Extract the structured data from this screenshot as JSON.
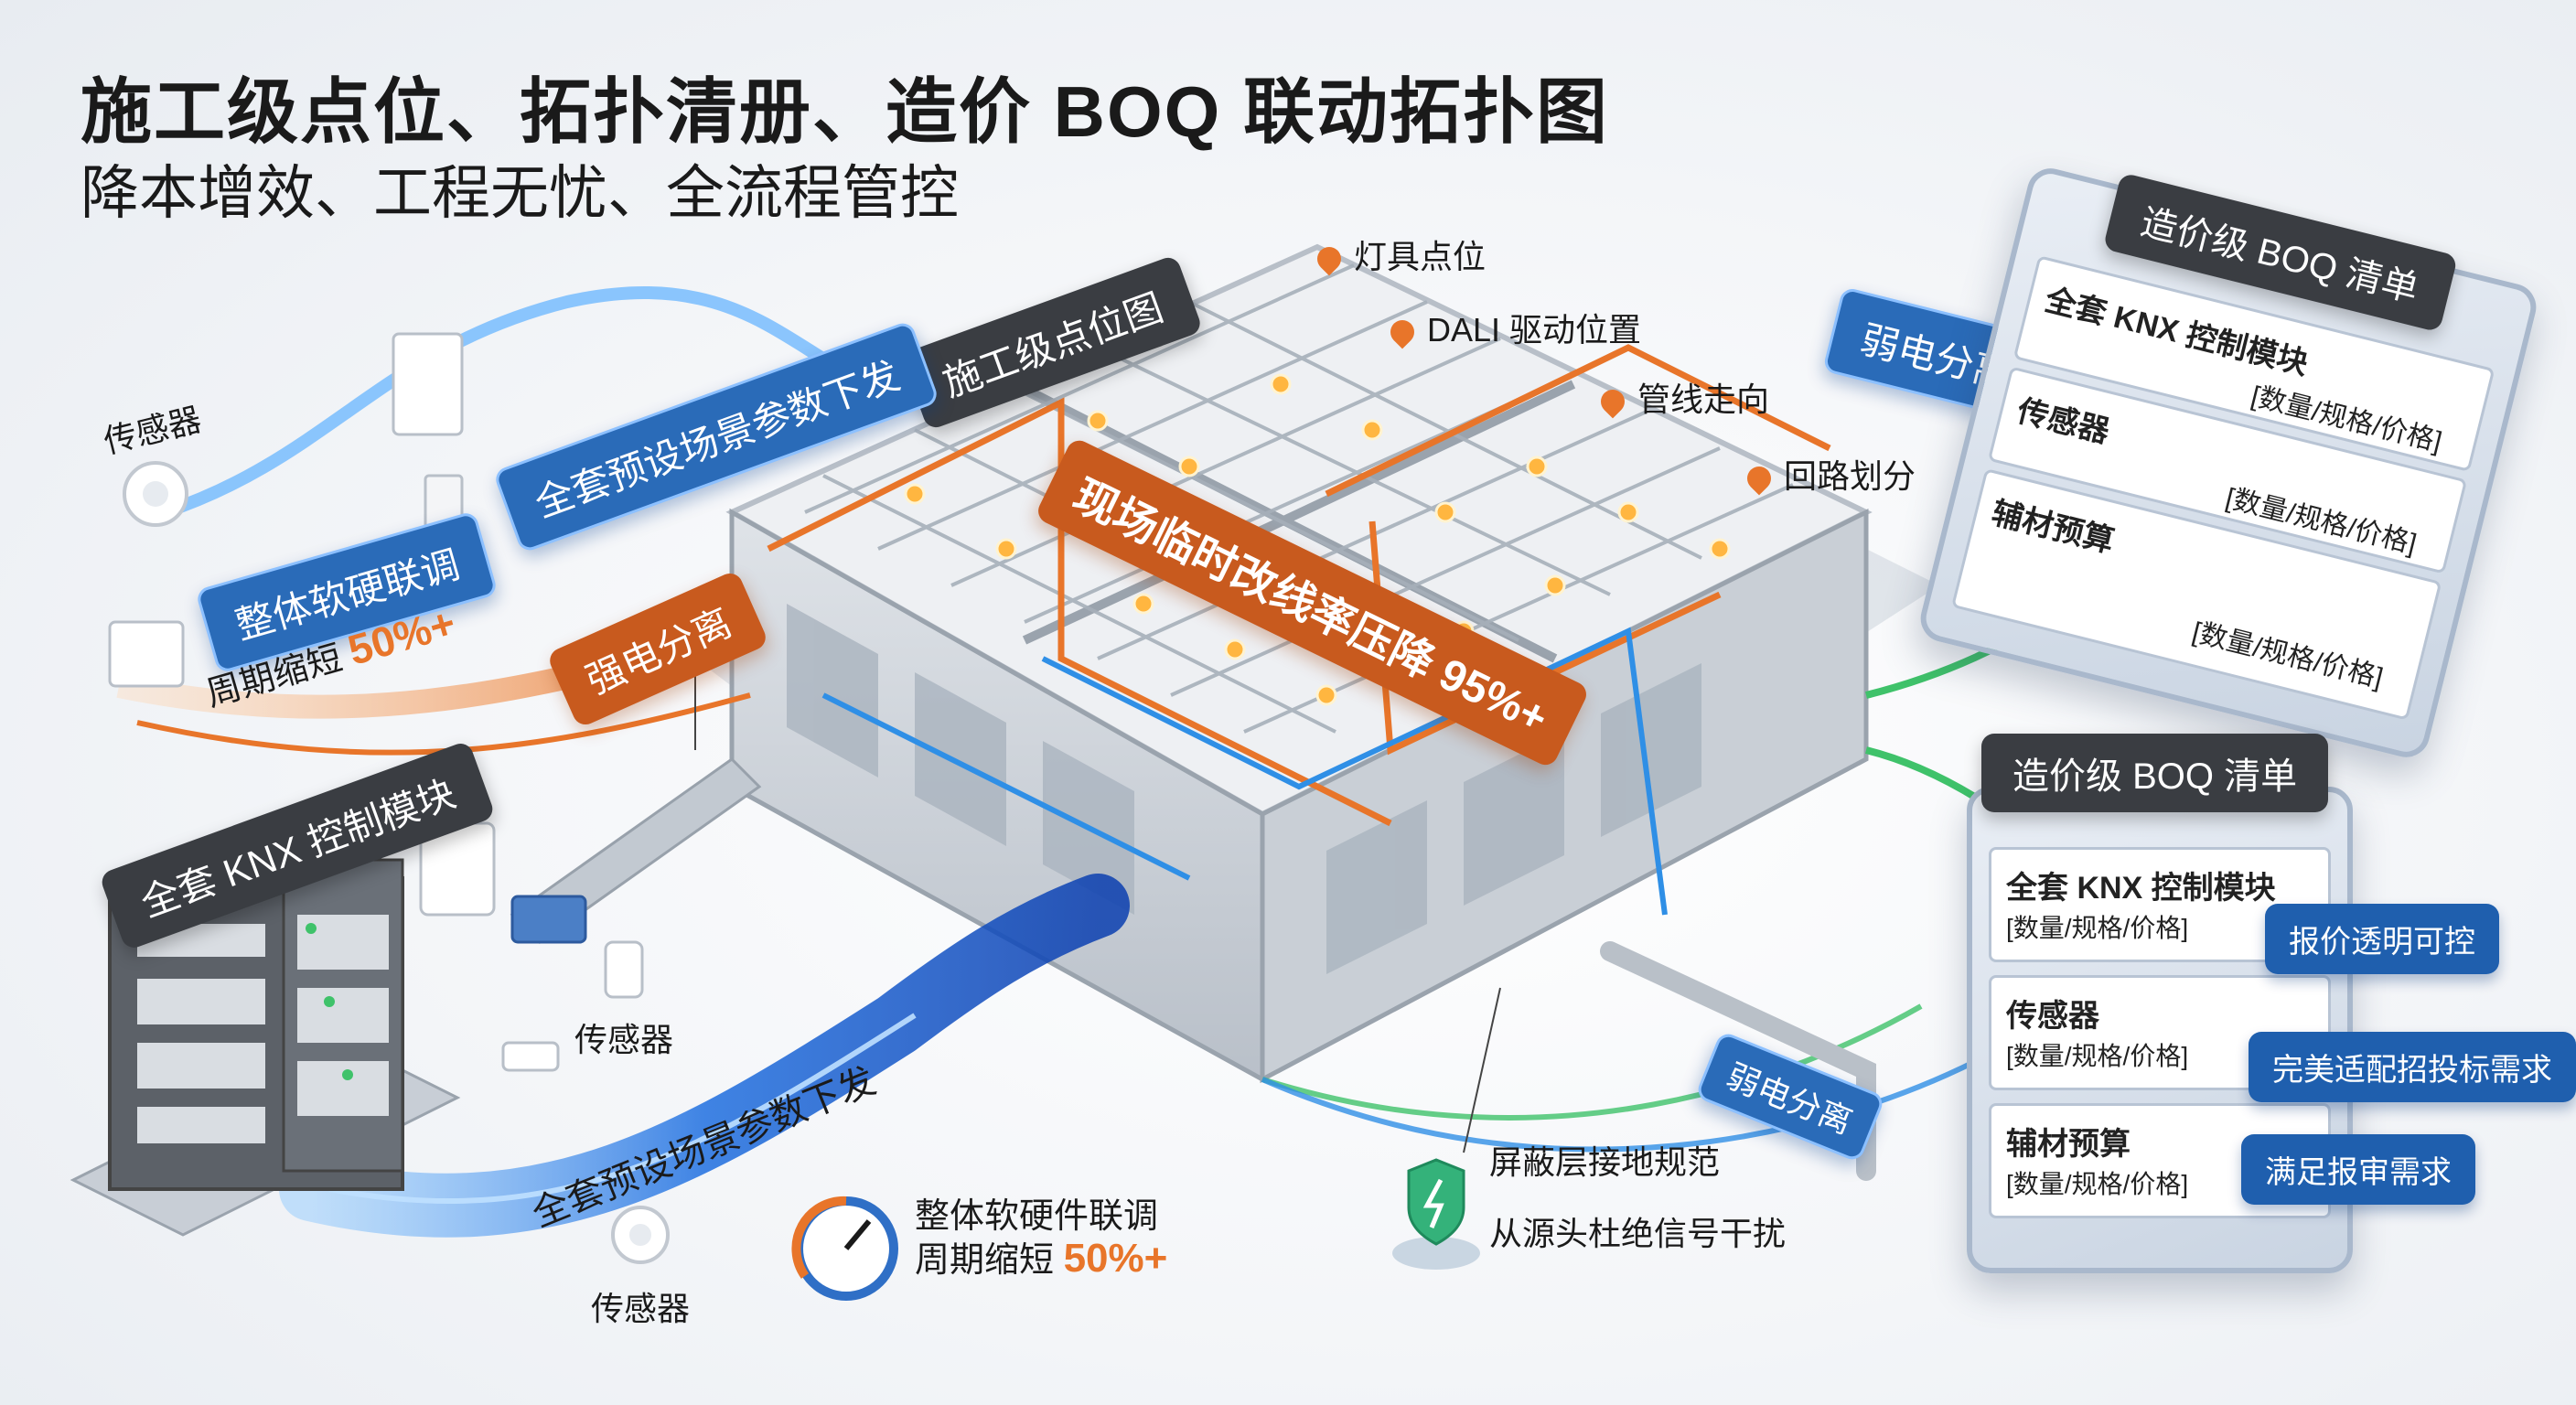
{
  "title": "施工级点位、拓扑清册、造价 BOQ 联动拓扑图",
  "subtitle": "降本增效、工程无忧、全流程管控",
  "building": {
    "plan_label": "施工级点位图",
    "overlay_label": "现场临时改线率压降 95%+",
    "pins": [
      "灯具点位",
      "DALI 驱动位置",
      "管线走向",
      "回路划分"
    ]
  },
  "left": {
    "sensor_top": "传感器",
    "sensor_mid": "传感器",
    "sensor_bottom": "传感器",
    "scene_top": "全套预设场景参数下发",
    "scene_bottom": "全套预设场景参数下发",
    "tuning_label": "整体软硬联调",
    "tuning_cycle_prefix": "周期缩短 ",
    "tuning_cycle_value": "50%+",
    "strong_isolation": "强电分离",
    "knx_module": "全套 KNX 控制模块"
  },
  "bottom": {
    "tuning_label": "整体软硬件联调",
    "cycle_prefix": "周期缩短 ",
    "cycle_value": "50%+",
    "shield_grounding": "屏蔽层接地规范",
    "signal_interference": "从源头杜绝信号干扰",
    "weak_isolation": "弱电分离"
  },
  "boq_top": {
    "title": "造价级 BOQ 清单",
    "weak_isolation": "弱电分离",
    "rows": [
      {
        "name": "全套 KNX 控制模块",
        "spec": "[数量/规格/价格]"
      },
      {
        "name": "传感器",
        "spec": "[数量/规格/价格]"
      },
      {
        "name": "辅材预算",
        "spec": "[数量/规格/价格]"
      }
    ]
  },
  "boq_bottom": {
    "title": "造价级 BOQ 清单",
    "rows": [
      {
        "name": "全套 KNX 控制模块",
        "spec": "[数量/规格/价格]"
      },
      {
        "name": "传感器",
        "spec": "[数量/规格/价格]"
      },
      {
        "name": "辅材预算",
        "spec": "[数量/规格/价格]"
      }
    ],
    "tags": [
      "报价透明可控",
      "完美适配招投标需求",
      "满足报审需求"
    ]
  },
  "colors": {
    "strong_line": "#e8752a",
    "weak_line_blue": "#2f8fe6",
    "weak_line_green": "#3fc26a",
    "accent": "#e8752a"
  }
}
